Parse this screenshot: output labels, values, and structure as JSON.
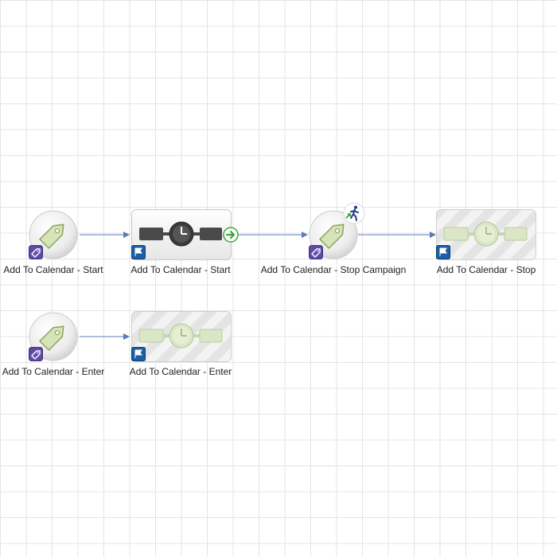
{
  "canvas": {
    "grid_color": "#e4e4e4",
    "connector_color": "#5b7bb5"
  },
  "nodes": [
    {
      "id": "start-tag",
      "type": "segment",
      "label": "Add To Calendar - Start"
    },
    {
      "id": "start-wait",
      "type": "wait-active",
      "label": "Add To Calendar - Start"
    },
    {
      "id": "stop-campaign-tag",
      "type": "segment-exit",
      "label": "Add To Calendar - Stop Campaign"
    },
    {
      "id": "stop-wait",
      "type": "wait-disabled",
      "label": "Add To Calendar - Stop"
    },
    {
      "id": "enter-tag",
      "type": "segment",
      "label": "Add To Calendar - Enter"
    },
    {
      "id": "enter-wait",
      "type": "wait-disabled",
      "label": "Add To Calendar - Enter"
    }
  ],
  "icons": {
    "segment": "tag-icon",
    "segment_badge": "segment-badge-icon",
    "wait": "timer-icon",
    "wait_badge": "flag-icon",
    "next_arrow": "arrow-right-circle-icon",
    "exit": "exit-person-icon"
  }
}
